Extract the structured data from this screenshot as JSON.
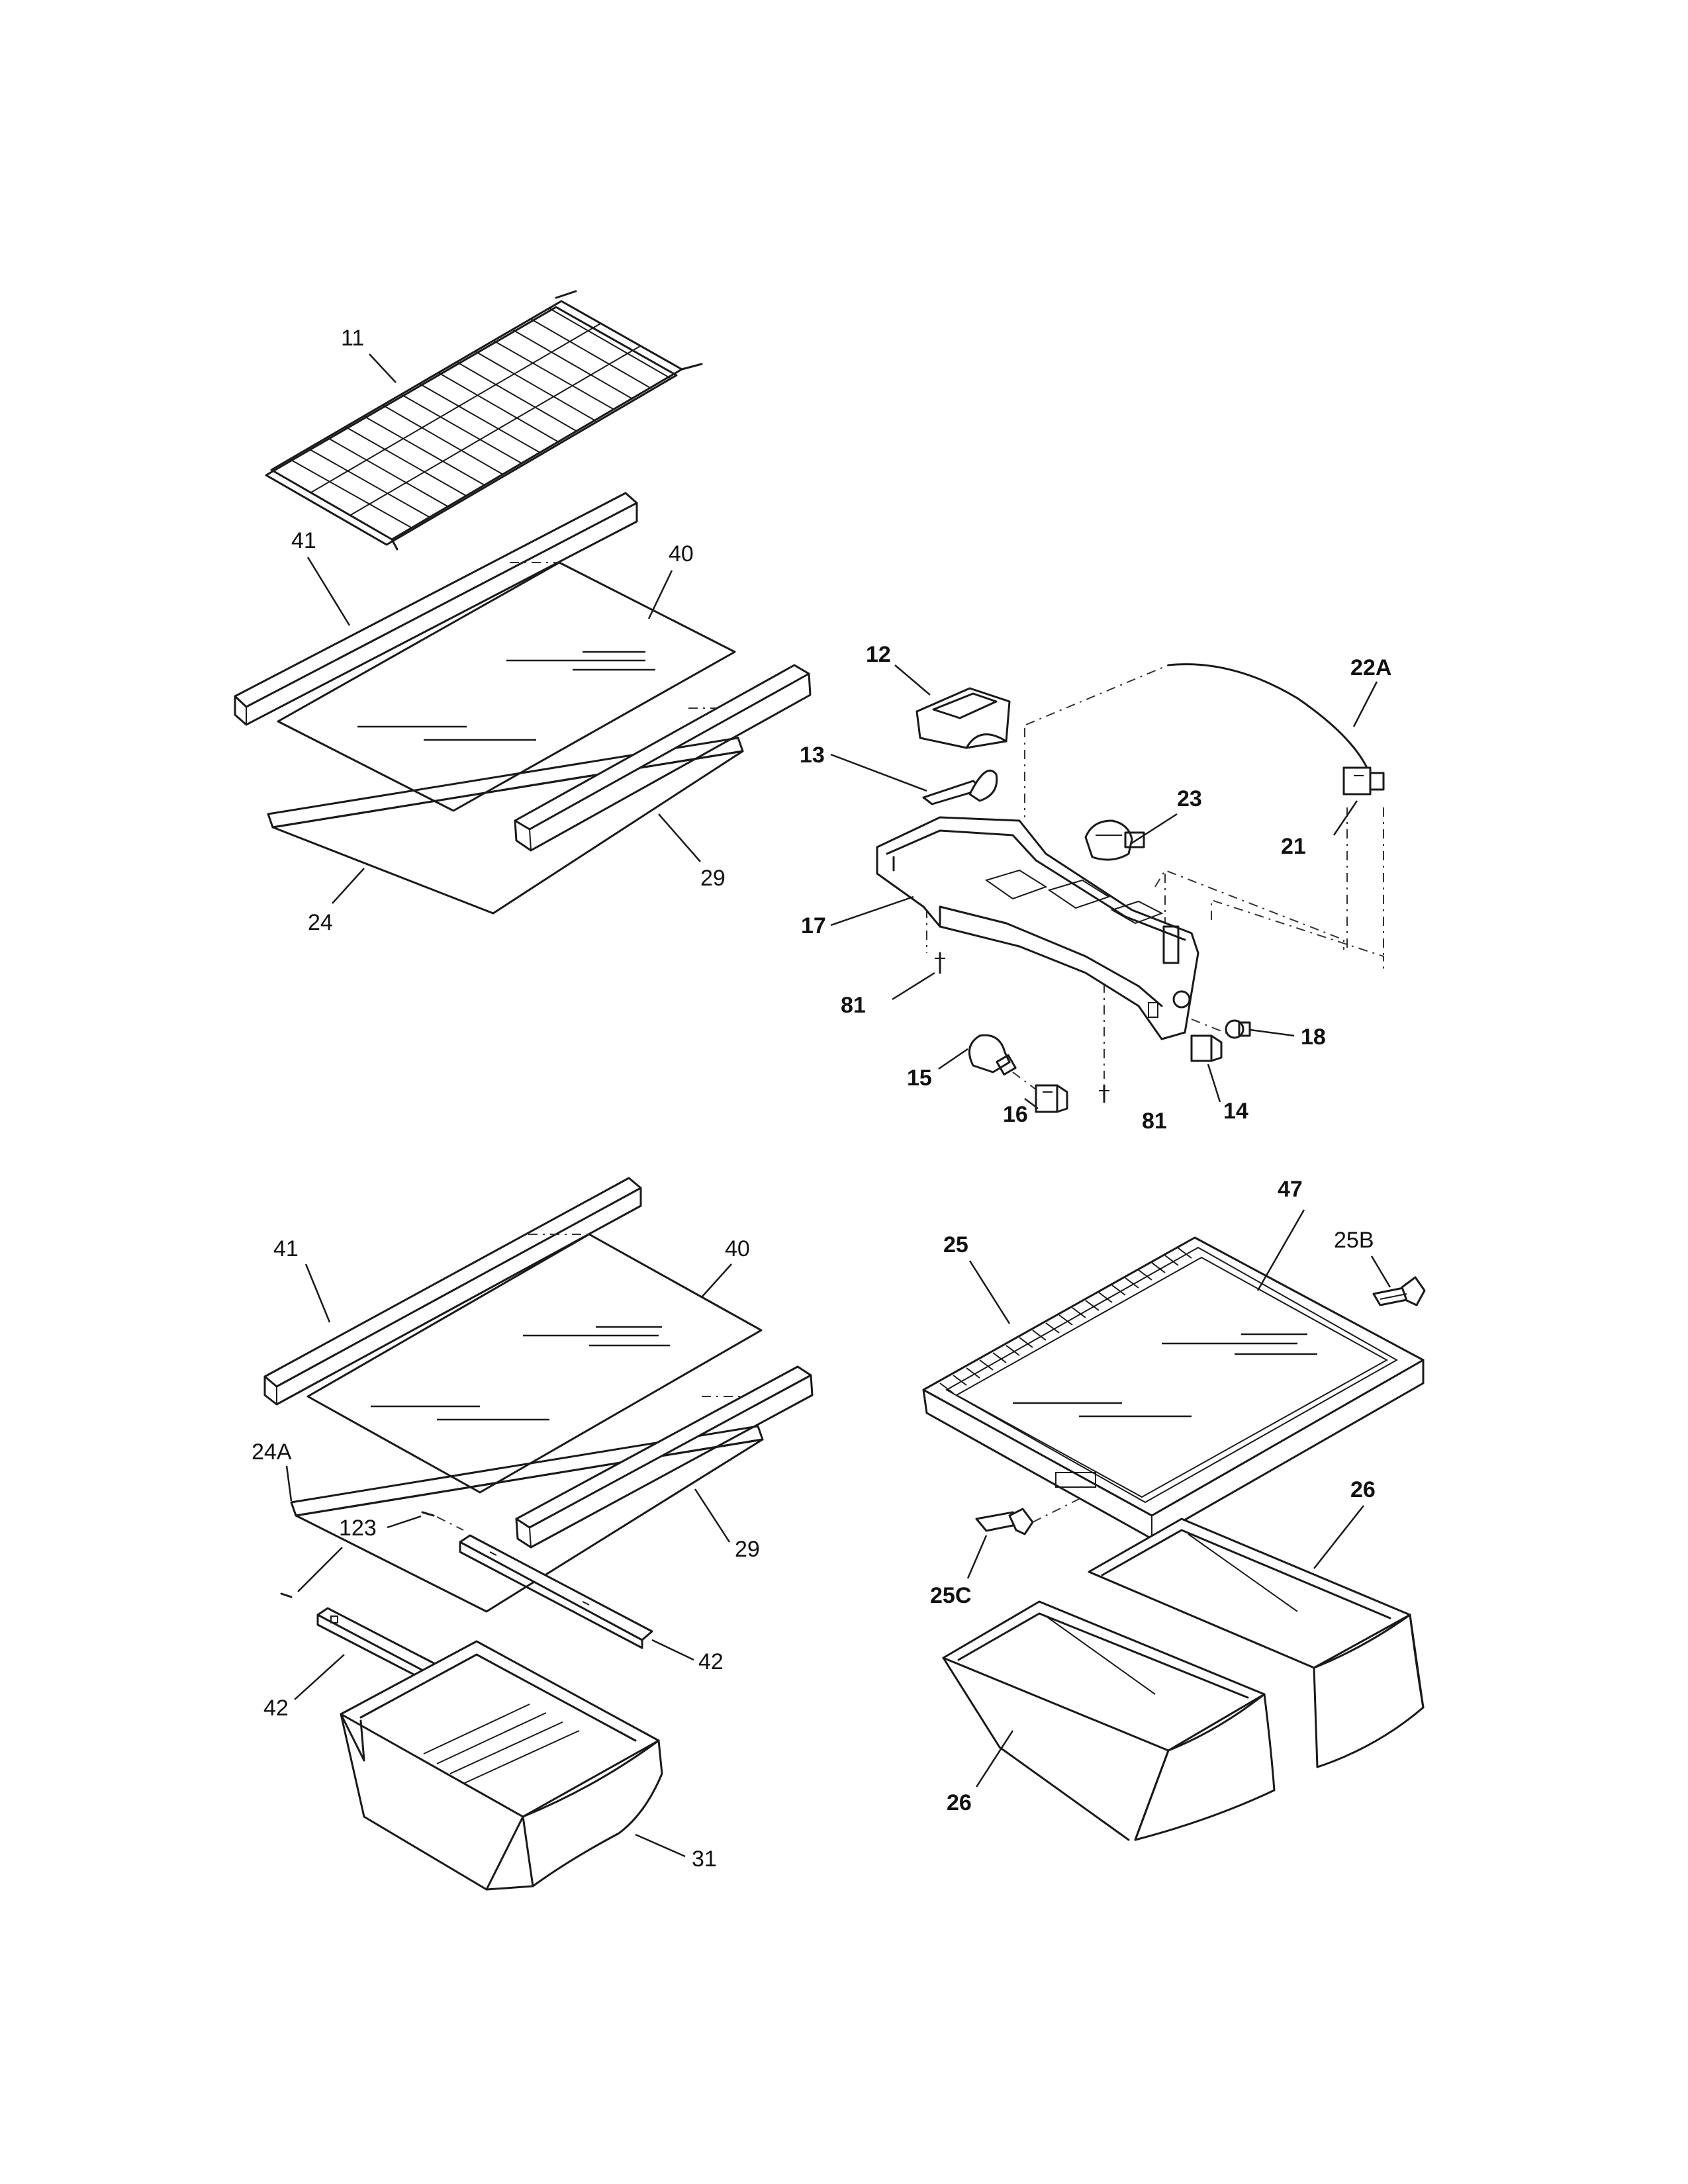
{
  "callouts": {
    "shelf_top": {
      "wire_shelf": "11",
      "trim_front": "41",
      "glass": "40",
      "trim_rear": "29",
      "frame": "24"
    },
    "control": {
      "diffuser": "12",
      "lens": "13",
      "capillary": "22A",
      "thermostat": "23",
      "control_knob": "21",
      "housing": "17",
      "screw_left": "81",
      "bulb": "15",
      "socket": "16",
      "screw_right": "81",
      "switch": "14",
      "switch_small": "18"
    },
    "shelf_bottom": {
      "trim_front": "41",
      "glass": "40",
      "frame": "24A",
      "trim_rear": "29",
      "screw": "123",
      "slide_right": "42",
      "slide_left": "42",
      "drawer": "31"
    },
    "crisper": {
      "cover_frame": "25",
      "glass": "47",
      "bracket_right": "25B",
      "bracket_left": "25C",
      "pan_right": "26",
      "pan_left": "26"
    }
  }
}
